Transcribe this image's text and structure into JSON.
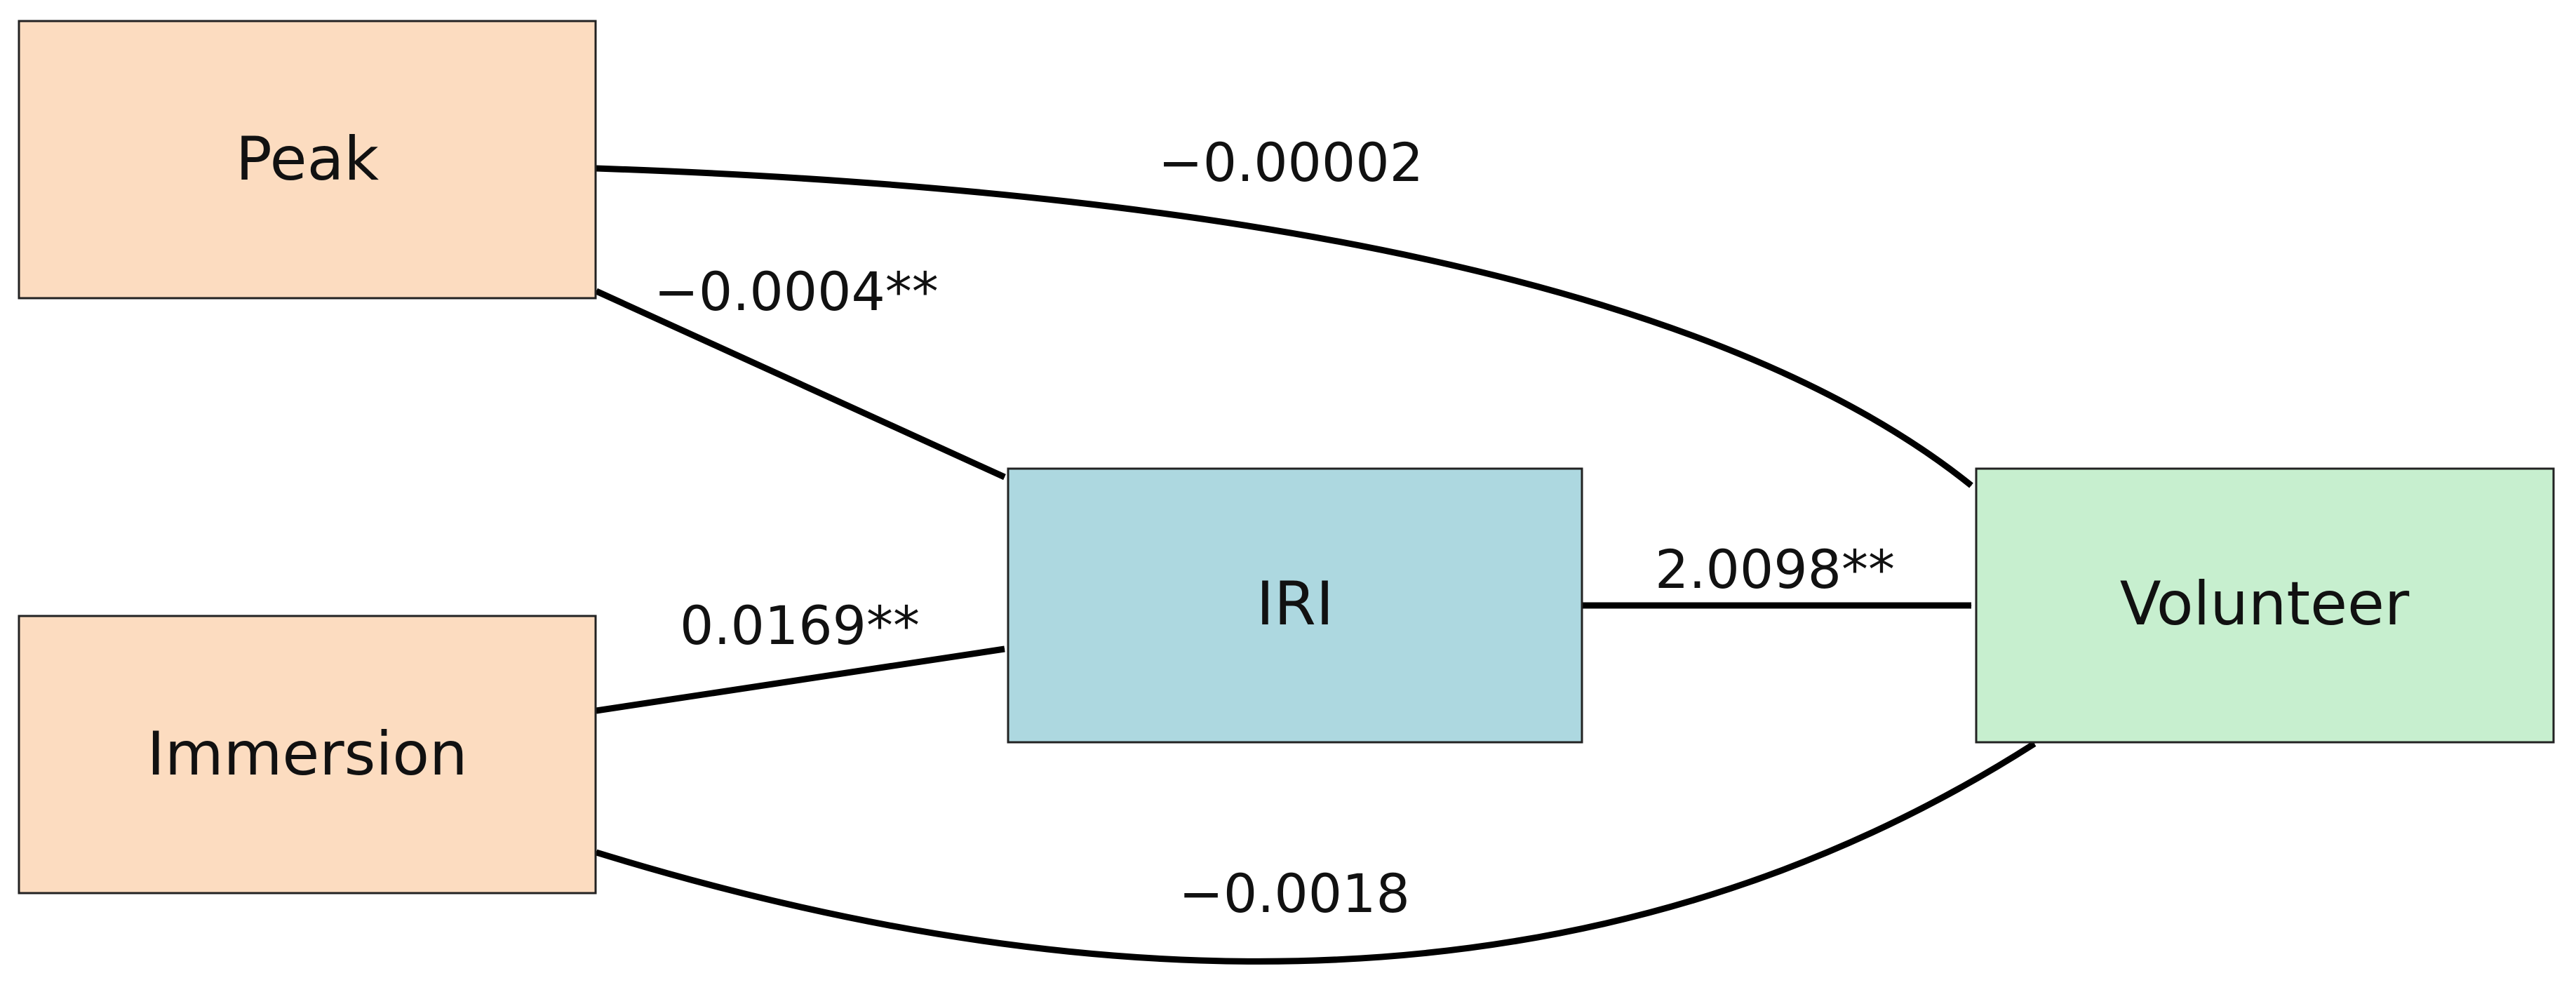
{
  "diagram": {
    "nodes": {
      "peak": {
        "label": "Peak",
        "color": "#FCDCC0"
      },
      "immersion": {
        "label": "Immersion",
        "color": "#FCDCC0"
      },
      "iri": {
        "label": "IRI",
        "color": "#ADD8E0"
      },
      "volunteer": {
        "label": "Volunteer",
        "color": "#C7EFCF"
      }
    },
    "edges": {
      "peak_to_volunteer": {
        "label": "−0.00002"
      },
      "peak_to_iri": {
        "label": "−0.0004**"
      },
      "immersion_to_iri": {
        "label": "0.0169**"
      },
      "iri_to_volunteer": {
        "label": "2.0098**"
      },
      "immersion_to_volunteer": {
        "label": "−0.0018"
      }
    }
  }
}
